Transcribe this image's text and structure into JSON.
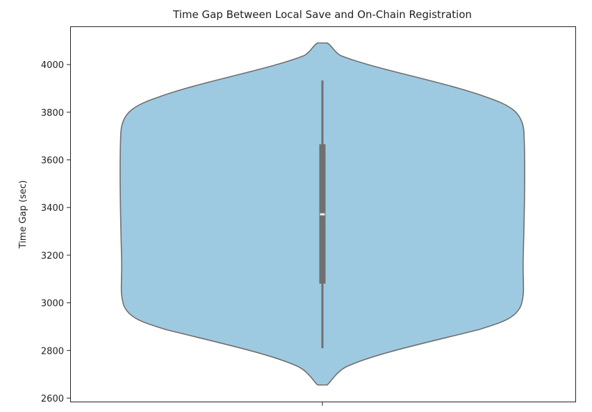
{
  "chart_data": {
    "type": "violin",
    "title": "Time Gap Between Local Save and On-Chain Registration",
    "xlabel": "",
    "ylabel": "Time Gap (sec)",
    "ylim": [
      2585,
      4150
    ],
    "yticks": [
      2600,
      2800,
      3000,
      3200,
      3400,
      3600,
      3800,
      4000
    ],
    "ytick_labels": [
      "2600",
      "2800",
      "3000",
      "3200",
      "3400",
      "3600",
      "3800",
      "4000"
    ],
    "xticks": [
      ""
    ],
    "grid": false,
    "legend": null,
    "series": [
      {
        "name": "Time Gap (sec)",
        "fill_color": "#9ecae1",
        "edge_color": "#6e6e6e",
        "violin_range": [
          2657,
          4092
        ],
        "box": {
          "whisker_low": 2811,
          "q1": 3082,
          "median": 3373,
          "q3": 3667,
          "whisker_high": 3935,
          "color": "#707070",
          "median_color": "#f0f0f0"
        }
      }
    ]
  }
}
